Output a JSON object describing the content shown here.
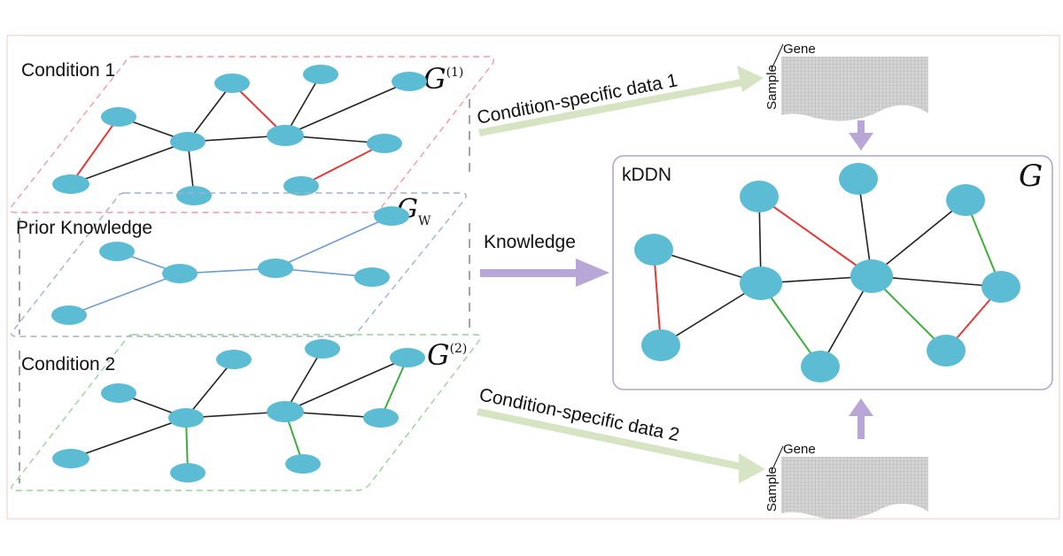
{
  "layers": {
    "condition1": {
      "title": "Condition 1",
      "graph_symbol": "G",
      "graph_sup": "(1)"
    },
    "prior": {
      "title": "Prior Knowledge",
      "graph_symbol": "G",
      "graph_sub": "W"
    },
    "condition2": {
      "title": "Condition 2",
      "graph_symbol": "G",
      "graph_sup": "(2)"
    }
  },
  "arrows": {
    "data1": "Condition-specific data 1",
    "knowledge": "Knowledge",
    "data2": "Condition-specific data 2"
  },
  "matrix": {
    "col_label": "Gene",
    "row_label": "Sample"
  },
  "kddn": {
    "title": "kDDN",
    "graph_symbol": "G"
  },
  "colors": {
    "node": "#5bbcd3",
    "edge_differential_red": "#e03a3a",
    "edge_differential_green": "#3fae3f",
    "edge_prior": "#6b9bd1",
    "arrow_green": "#d7e4c4",
    "arrow_purple": "#b7a6d6"
  }
}
